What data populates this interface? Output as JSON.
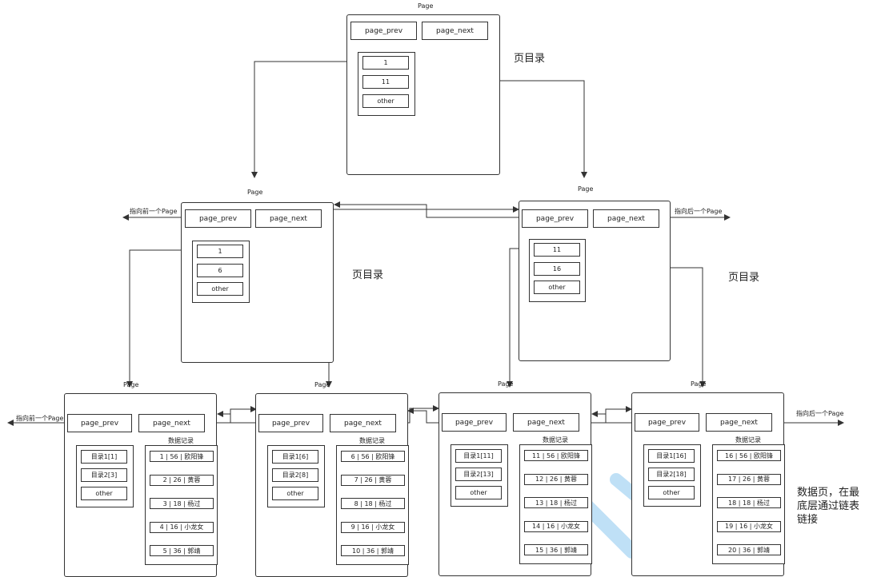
{
  "labels": {
    "page": "Page",
    "page_prev": "page_prev",
    "page_next": "page_next",
    "other": "other",
    "page_directory": "页目录",
    "data_records": "数据记录",
    "point_prev": "指向前一个Page",
    "point_next": "指向后一个Page",
    "bottom_note": "数据页，在最底层通过链表链接"
  },
  "root_page": {
    "keys": [
      "1",
      "11"
    ]
  },
  "mid_pages": [
    {
      "keys": [
        "1",
        "6"
      ]
    },
    {
      "keys": [
        "11",
        "16"
      ]
    }
  ],
  "leaf_pages": [
    {
      "directory": [
        "目录1[1]",
        "目录2[3]"
      ],
      "records": [
        "1 | 56 | 欧阳锋",
        "2 | 26 | 黄蓉",
        "3 | 18 | 杨过",
        "4 | 16 | 小龙女",
        "5 | 36 | 郭靖"
      ]
    },
    {
      "directory": [
        "目录1[6]",
        "目录2[8]"
      ],
      "records": [
        "6 | 56 | 欧阳锋",
        "7 | 26 | 黄蓉",
        "8 | 18 | 杨过",
        "9 | 16 | 小龙女",
        "10 | 36 | 郭靖"
      ]
    },
    {
      "directory": [
        "目录1[11]",
        "目录2[13]"
      ],
      "records": [
        "11 | 56 | 欧阳锋",
        "12 | 26 | 黄蓉",
        "13 | 18 | 杨过",
        "14 | 16 | 小龙女",
        "15 | 36 | 郭靖"
      ]
    },
    {
      "directory": [
        "目录1[16]",
        "目录2[18]"
      ],
      "records": [
        "16 | 56 | 欧阳锋",
        "17 | 26 | 黄蓉",
        "18 | 18 | 杨过",
        "19 | 16 | 小龙女",
        "20 | 36 | 郭靖"
      ]
    }
  ],
  "colors": {
    "line": "#333333",
    "watermark": "#4aa8e8"
  }
}
